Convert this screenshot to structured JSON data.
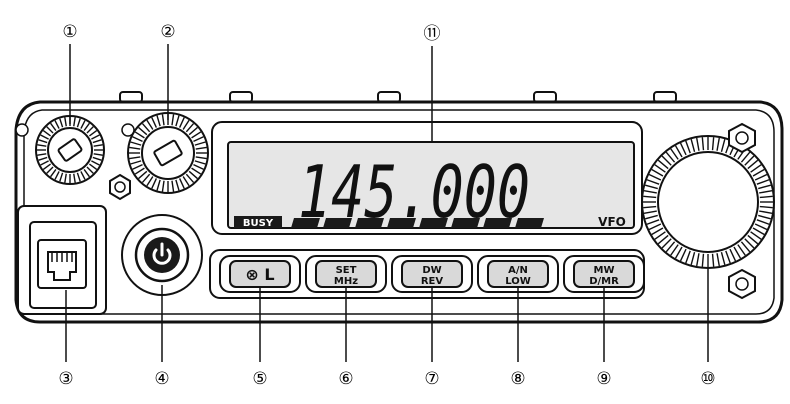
{
  "display": {
    "frequency": "145.000",
    "busy_label": "BUSY",
    "mode_label": "VFO"
  },
  "keys": [
    {
      "label": "⊗ L",
      "line2": ""
    },
    {
      "label": "SET",
      "line2": "MHz"
    },
    {
      "label": "DW",
      "line2": "REV"
    },
    {
      "label": "A/N",
      "line2": "LOW"
    },
    {
      "label": "MW",
      "line2": "D/MR"
    }
  ],
  "callouts": [
    "①",
    "②",
    "③",
    "④",
    "⑤",
    "⑥",
    "⑦",
    "⑧",
    "⑨",
    "⑩",
    "⑪"
  ],
  "colors": {
    "lcd_background": "#e6e6e6",
    "line": "#111111",
    "panel": "#ffffff"
  }
}
